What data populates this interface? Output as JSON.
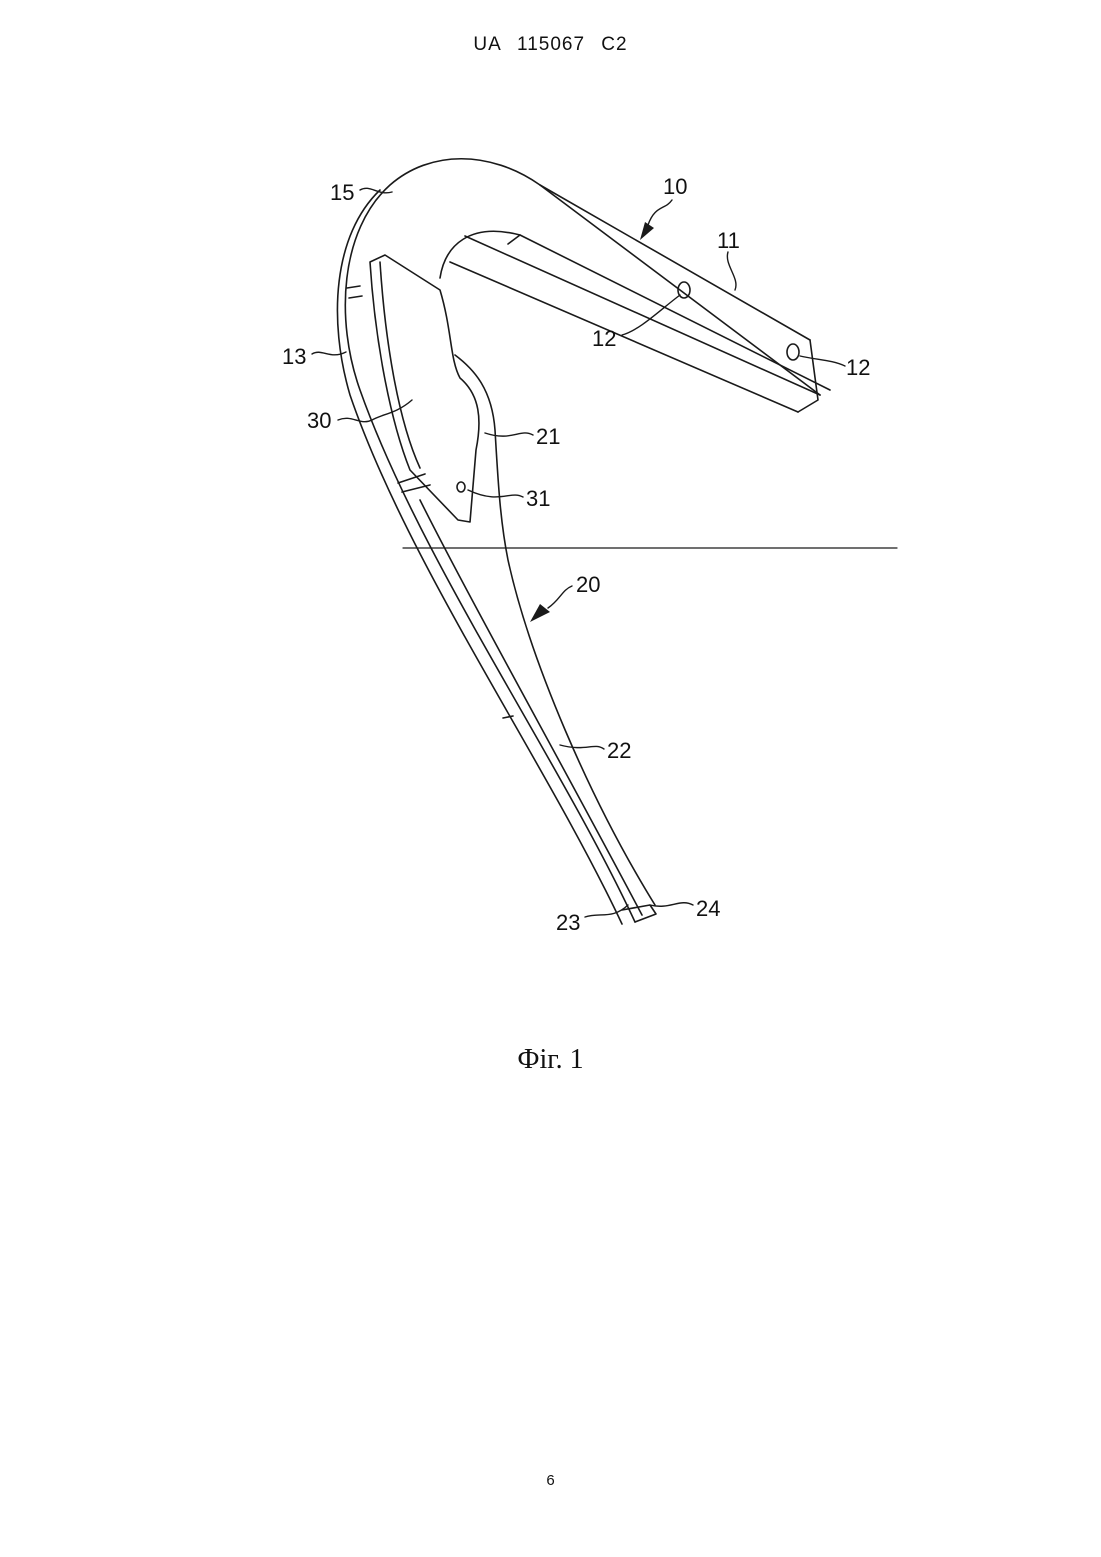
{
  "header": {
    "patent_number": "UA   115067   C2"
  },
  "figure": {
    "caption": "Фіг. 1",
    "labels": {
      "l10": "10",
      "l11": "11",
      "l12a": "12",
      "l12b": "12",
      "l13": "13",
      "l15": "15",
      "l20": "20",
      "l21": "21",
      "l22": "22",
      "l23": "23",
      "l24": "24",
      "l30": "30",
      "l31": "31"
    }
  },
  "footer": {
    "page_number": "6"
  }
}
